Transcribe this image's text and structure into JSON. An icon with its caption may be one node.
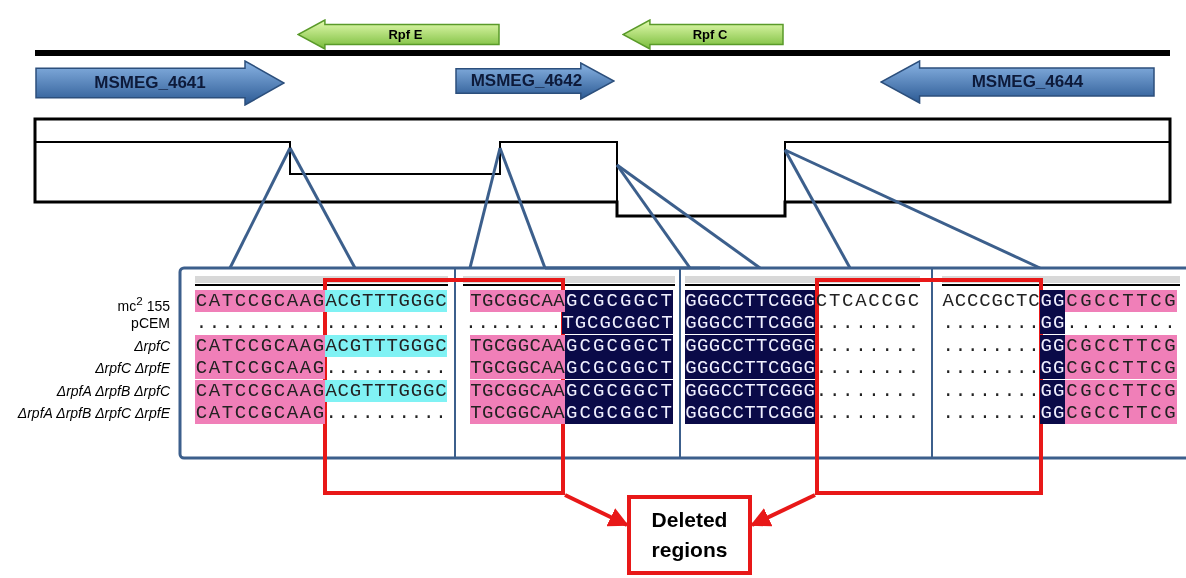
{
  "diagram": {
    "nodes": [
      {
        "text": [
          "Rpf E"
        ]
      },
      {
        "text": [
          "Rpf C"
        ]
      },
      {
        "text": [
          "MSMEG_4641"
        ]
      },
      {
        "text": [
          "MSMEG_4642"
        ]
      },
      {
        "text": [
          "MSMEG_4644"
        ]
      },
      {
        "text": [],
        "shape": "box"
      },
      {
        "text": [],
        "shape": "box"
      },
      {
        "text": [
          "Deleted regions"
        ]
      }
    ],
    "edges": [
      {
        "from": 5,
        "to": 7,
        "arrow": "to",
        "color": "#e81818"
      },
      {
        "from": 6,
        "to": 7,
        "arrow": "to",
        "color": "#e81818"
      }
    ],
    "labels": [
      "mc$^{2}$ 155",
      "CATCCGCAAG",
      "ACGTTTGGGC",
      "TGCGGCAA",
      "GCGCGGCT",
      "GGGCCTTCGGG",
      "CTCACCGC",
      "ACCCGCTC",
      "GG",
      "CGCCTTCG",
      "pCEM",
      "..........",
      "..........",
      "........",
      "TGCGCGGCT",
      "GGGCCTTCGGG",
      "........",
      "........",
      "GG",
      "........",
      "ΔrpfC",
      "CATCCGCAAG",
      "ACGTTTGGGC",
      "TGCGGCAA",
      "GCGCGGCT",
      "GGGCCTTCGGG",
      "........",
      "........",
      "GG",
      "CGCCTTCG",
      "ΔrpfC ΔrpfE",
      "CATCCGCAAG",
      "..........",
      "TGCGGCAA",
      "GCGCGGCT",
      "GGGCCTTCGGG",
      "........",
      "........",
      "GG",
      "CGCCTTCG",
      "ΔrpfA ΔrpfB ΔrpfC",
      "CATCCGCAAG",
      "ACGTTTGGGC",
      "TGCGGCAA",
      "GCGCGGCT",
      "GGGCCTTCGGG",
      "........",
      "........",
      "GG",
      "CGCCTTCG",
      "ΔrpfA ΔrpfB ΔrpfC ΔrpfE",
      "CATCCGCAAG",
      "..........",
      "TGCGGCAA",
      "GCGCGGCT",
      "GGGCCTTCGGG",
      "........",
      "........",
      "GG",
      "CGCCTTCG"
    ]
  }
}
